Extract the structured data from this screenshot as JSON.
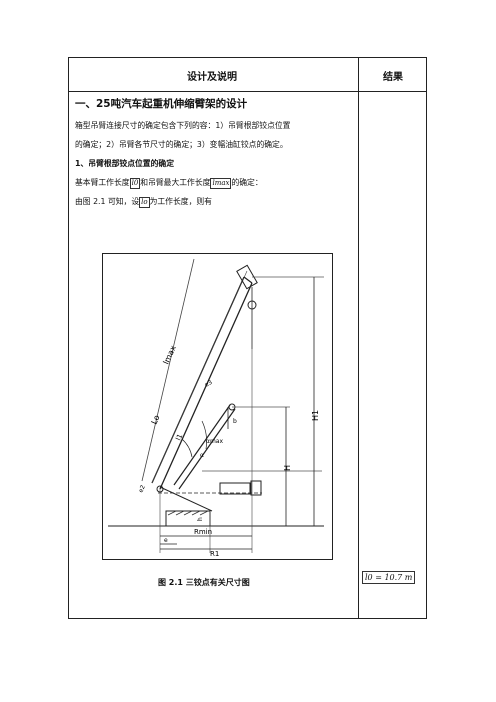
{
  "table": {
    "header_main": "设计及说明",
    "header_result": "结果"
  },
  "section": {
    "title": "一、25吨汽车起重机伸缩臂架的设计",
    "para1_line1": "箱型吊臂连接尺寸的确定包含下列的容：1）吊臂根部铰点位置",
    "para1_line2": "的确定；2）吊臂各节尺寸的确定；3）变幅油缸铰点的确定。",
    "subheading": "1、吊臂根部铰点位置的确定",
    "line3_a": "基本臂工作长度",
    "line3_sym1": "l0",
    "line3_b": "和吊臂最大工作长度",
    "line3_sym2": "lmax",
    "line3_c": "的确定：",
    "line4_a": "由图 2.1 可知，设",
    "line4_sym": "lo",
    "line4_b": "为工作长度，则有"
  },
  "figure": {
    "caption": "图 2.1  三铰点有关尺寸图",
    "labels": {
      "lmax": "lmax",
      "lo": "Lo",
      "l1": "l1",
      "e2": "e2",
      "e3": "e3",
      "amax": "αmax",
      "a": "α",
      "b": "b",
      "H": "H",
      "H1": "H1",
      "h": "h",
      "e": "e",
      "Rmin": "Rmin",
      "R1": "R1"
    }
  },
  "result": {
    "value": "l0 = 10.7 m"
  }
}
